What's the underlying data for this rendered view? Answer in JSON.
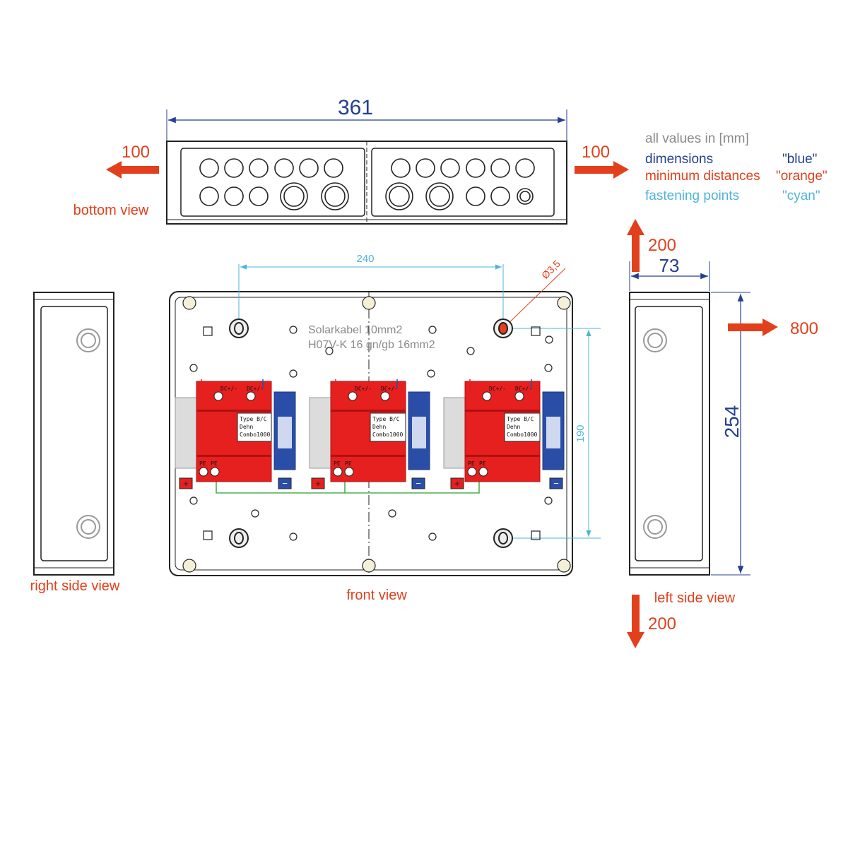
{
  "colors": {
    "dimension": "#25408f",
    "min_distance": "#e2401c",
    "fastening": "#4fb3d9",
    "note": "#8a8a8a",
    "spd_red": "#e5201f",
    "spd_blue": "#2a4ea8",
    "pe_green": "#4caf50"
  },
  "legend": {
    "header": "all values in [mm]",
    "rows": [
      {
        "label": "dimensions",
        "value": "\"blue\""
      },
      {
        "label": "minimum distances",
        "value": "\"orange\""
      },
      {
        "label": "fastening points",
        "value": "\"cyan\""
      }
    ]
  },
  "dimensions": {
    "width": "361",
    "height": "254",
    "depth": "73"
  },
  "fastening": {
    "horizontal": "240",
    "vertical": "190",
    "hole": "Ø3,5"
  },
  "min_distances": {
    "left": "100",
    "right": "100",
    "top": "200",
    "side": "800",
    "bottom": "200"
  },
  "views": {
    "bottom": "bottom view",
    "front": "front view",
    "right_side": "right side view",
    "left_side": "left side view"
  },
  "cable_note": {
    "line1": "Solarkabel 10mm2",
    "line2": "H07V-K 16 gn/gb 16mm2"
  },
  "modules": [
    {
      "terminal_a": "DC+/-",
      "terminal_b": "DC+/-",
      "type": "Type B/C",
      "maker": "Dehn",
      "model": "Combo1000",
      "pe1": "PE",
      "pe2": "PE",
      "plus": "+",
      "minus": "−"
    },
    {
      "terminal_a": "DC+/-",
      "terminal_b": "DC+/-",
      "type": "Type B/C",
      "maker": "Dehn",
      "model": "Combo1000",
      "pe1": "PE",
      "pe2": "PE",
      "plus": "+",
      "minus": "−"
    },
    {
      "terminal_a": "DC+/-",
      "terminal_b": "DC+/-",
      "type": "Type B/C",
      "maker": "Dehn",
      "model": "Combo1000",
      "pe1": "PE",
      "pe2": "PE",
      "plus": "+",
      "minus": "−"
    }
  ]
}
